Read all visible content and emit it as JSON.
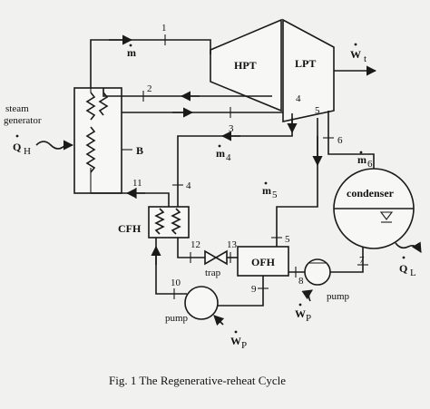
{
  "components": {
    "hpt": "HPT",
    "lpt": "LPT",
    "steam_generator_l1": "steam",
    "steam_generator_l2": "generator",
    "cfh": "CFH",
    "ofh": "OFH",
    "condenser": "condenser",
    "trap": "trap",
    "pump_left": "pump",
    "pump_right": "pump"
  },
  "state_points": [
    "1",
    "2",
    "3",
    "4",
    "4",
    "5",
    "5",
    "6",
    "7",
    "8",
    "9",
    "10",
    "11",
    "12",
    "13"
  ],
  "symbols": {
    "mass_flow": "m",
    "mass_flow_4": "m",
    "sub_4": "4",
    "mass_flow_5": "m",
    "sub_5": "5",
    "mass_flow_6": "m",
    "sub_6": "6",
    "work_turbine": "W",
    "sub_t": "t",
    "heat_in": "Q",
    "sub_H": "H",
    "heat_out": "Q",
    "sub_L": "L",
    "work_pump_left": "W",
    "sub_p_left": "P",
    "work_pump_right": "W",
    "sub_p_right": "P",
    "point_B": "B"
  },
  "caption": "Fig. 1 The Regenerative-reheat Cycle"
}
